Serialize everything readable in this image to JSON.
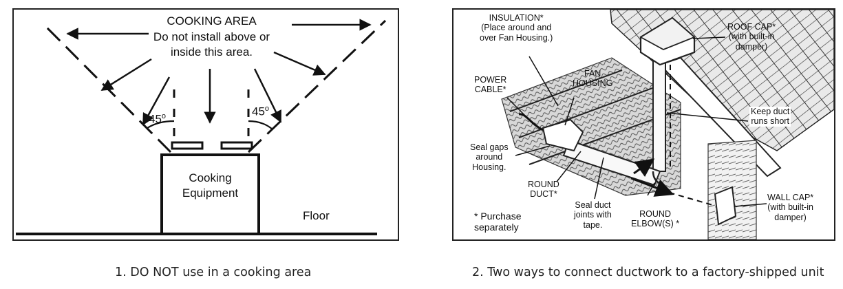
{
  "panel1": {
    "heading": "COOKING AREA",
    "subheading_line1": "Do not install above or",
    "subheading_line2": "inside this area.",
    "angle_left": "45",
    "angle_right": "45",
    "degree_symbol": "o",
    "equipment_line1": "Cooking",
    "equipment_line2": "Equipment",
    "floor": "Floor"
  },
  "panel2": {
    "insulation_line1": "INSULATION*",
    "insulation_line2": "(Place around and",
    "insulation_line3": "over Fan Housing.)",
    "power_line1": "POWER",
    "power_line2": "CABLE*",
    "fan_line1": "FAN",
    "fan_line2": "HOUSING",
    "seal_gaps_line1": "Seal gaps",
    "seal_gaps_line2": "around",
    "seal_gaps_line3": "Housing.",
    "round_duct_line1": "ROUND",
    "round_duct_line2": "DUCT*",
    "seal_duct_line1": "Seal duct",
    "seal_duct_line2": "joints with",
    "seal_duct_line3": "tape.",
    "round_elbow_line1": "ROUND",
    "round_elbow_line2": "ELBOW(S) *",
    "purchase_line1": "* Purchase",
    "purchase_line2": "separately",
    "roof_cap_line1": "ROOF CAP*",
    "roof_cap_line2": "(with built-in",
    "roof_cap_line3": "damper)",
    "keep_duct_line1": "Keep duct",
    "keep_duct_line2": "runs short",
    "wall_cap_line1": "WALL CAP*",
    "wall_cap_line2": "(with built-in",
    "wall_cap_line3": "damper)"
  },
  "captions": {
    "caption1": "1.  DO NOT use in a cooking area",
    "caption2": "2.  Two ways to connect ductwork to a factory-shipped unit"
  }
}
